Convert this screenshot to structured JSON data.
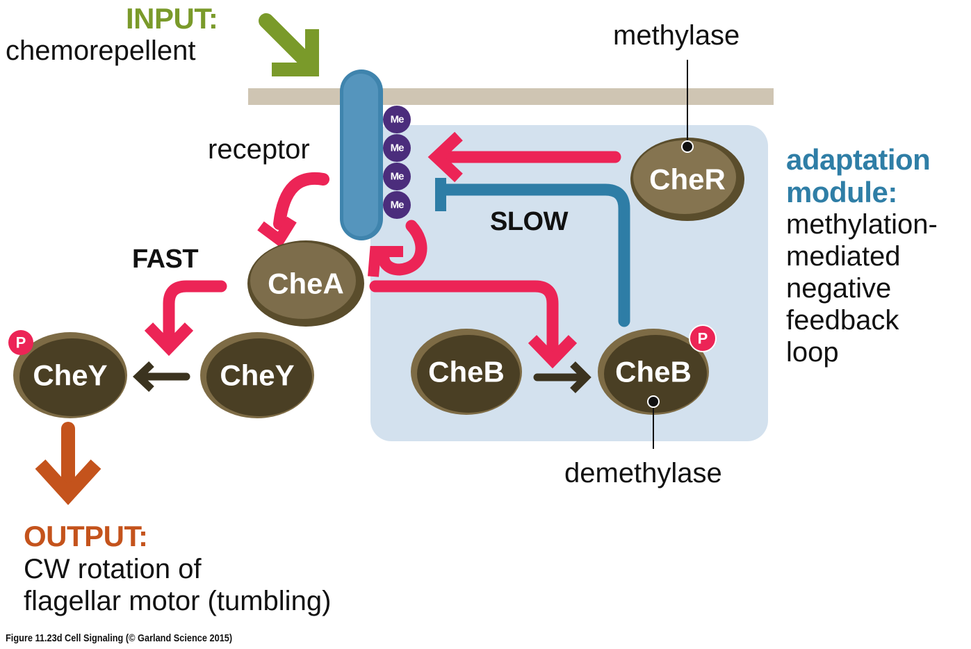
{
  "colors": {
    "input_green": "#7a9a2a",
    "output_orange": "#c4531c",
    "adaptation_blue": "#2f7ea6",
    "membrane": "#cfc5b3",
    "module_bg": "#d3e1ee",
    "receptor_blue": "#4a8db4",
    "methyl_purple": "#4b2d7c",
    "protein_dark": "#4a3f26",
    "protein_light": "#8b7a58",
    "activation_pink": "#ec2456",
    "inhibition_blue": "#2e7da6",
    "conversion_arrow": "#3b331f"
  },
  "input": {
    "title": "INPUT:",
    "text": "chemorepellent"
  },
  "output": {
    "title": "OUTPUT:",
    "lines": [
      "CW rotation of",
      "flagellar motor (tumbling)"
    ]
  },
  "labels": {
    "receptor": "receptor",
    "methylase": "methylase",
    "demethylase": "demethylase",
    "fast": "FAST",
    "slow": "SLOW"
  },
  "adaptation": {
    "title_lines": [
      "adaptation",
      "module:"
    ],
    "desc_lines": [
      "methylation-",
      "mediated",
      "negative",
      "feedback",
      "loop"
    ]
  },
  "methyl_groups": [
    "Me",
    "Me",
    "Me",
    "Me"
  ],
  "proteins": {
    "chea": "CheA",
    "cher": "CheR",
    "chey": "CheY",
    "chey_p": "CheY",
    "cheb": "CheB",
    "cheb_p": "CheB"
  },
  "phospho_label": "P",
  "caption": "Figure 11.23d  Cell Signaling (© Garland Science 2015)"
}
